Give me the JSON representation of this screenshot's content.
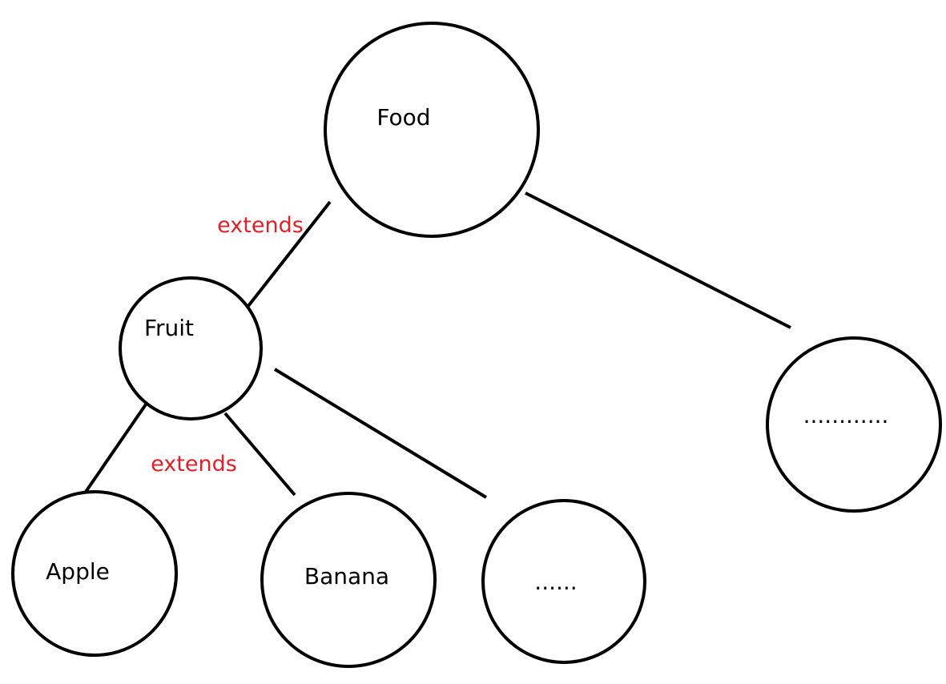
{
  "nodes": {
    "food": "Food",
    "fruit": "Fruit",
    "apple": "Apple",
    "banana": "Banana",
    "fruit_more": "......",
    "food_more": "............"
  },
  "relations": {
    "food_fruit": "extends",
    "fruit_children": "extends"
  },
  "colors": {
    "relation_label": "#e0202a",
    "stroke": "#000000",
    "background": "#ffffff"
  }
}
